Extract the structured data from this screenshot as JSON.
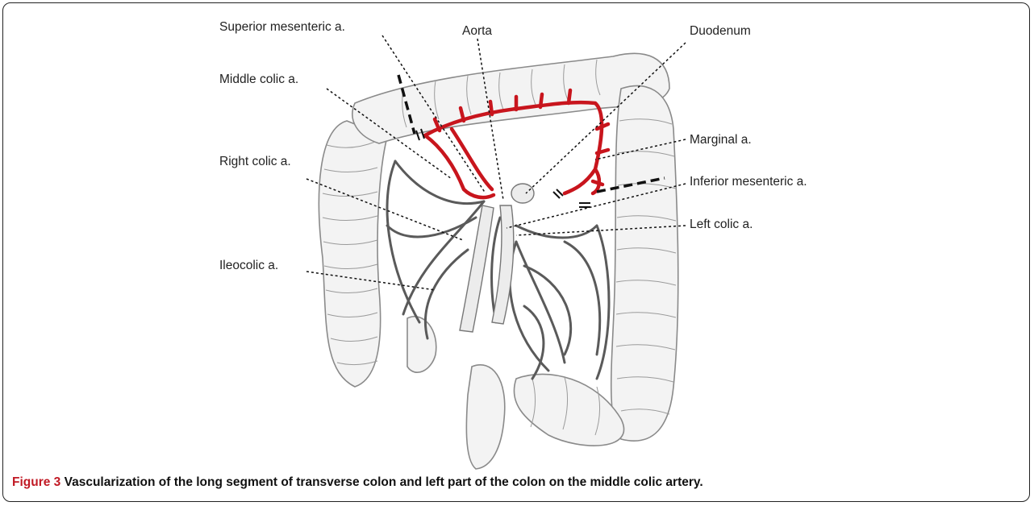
{
  "labels": {
    "superior_mesenteric": "Superior mesenteric a.",
    "aorta": "Aorta",
    "duodenum": "Duodenum",
    "middle_colic": "Middle colic a.",
    "marginal": "Marginal a.",
    "right_colic": "Right colic a.",
    "inferior_mesenteric": "Inferior mesenteric a.",
    "left_colic": "Left colic a.",
    "ileocolic": "Ileocolic a."
  },
  "caption": {
    "figure_number": "Figure 3",
    "text": " Vascularization of the long segment of transverse colon and left part of the colon on the middle colic artery."
  },
  "colors": {
    "artery_highlight": "#c8151d",
    "vessel": "#5a5a5a",
    "colon_outline": "#8a8a8a",
    "colon_fill": "#f3f3f3"
  }
}
